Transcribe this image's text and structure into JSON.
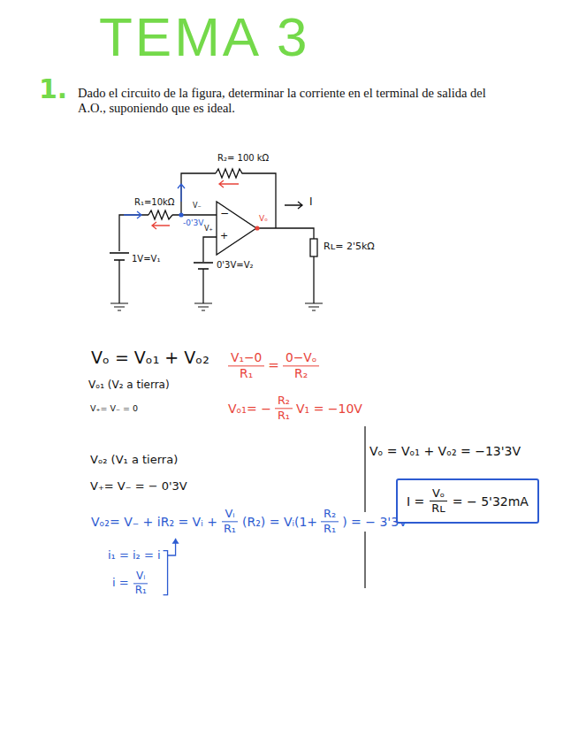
{
  "diagram": {
    "title": "TEMA 3",
    "nodes": [
      {
        "text": [
          "I =",
          "Vₒ",
          "Rʟ",
          "= − 5'32mA"
        ]
      }
    ],
    "labels": [
      "1.",
      "Dado el circuito de la figura, determinar la corriente en el terminal de salida del A.O., suponiendo que es ideal.",
      "R₂= 100 kΩ",
      "R₁=10kΩ",
      "-0'3V",
      "V₋",
      "V₊",
      "−",
      "+",
      "Vₒ",
      "I",
      "Rʟ= 2'5kΩ",
      "1V=V₁",
      "0'3V=V₂",
      "Vₒ = Vₒ₁ + Vₒ₂",
      "Vₒ₁ (V₂ a tierra)",
      "V₊= V₋ = 0",
      "V₁−0",
      "R₁",
      "=",
      "0−Vₒ",
      "R₂",
      "Vₒ₁= −",
      "R₂",
      "R₁",
      "V₁ = −10V",
      "Vₒ₂ (V₁ a tierra)",
      "V₊= V₋ = − 0'3V",
      "Vₒ₂= V₋ + iR₂ = Vᵢ +",
      "Vᵢ",
      "R₁",
      "(R₂) = Vᵢ(1+",
      "R₂",
      "R₁",
      ") = − 3'3V",
      "i₁ = i₂ = i",
      "i =",
      "Vᵢ",
      "R₁",
      "Vₒ = Vₒ₁ + Vₒ₂ = −13'3V"
    ]
  }
}
